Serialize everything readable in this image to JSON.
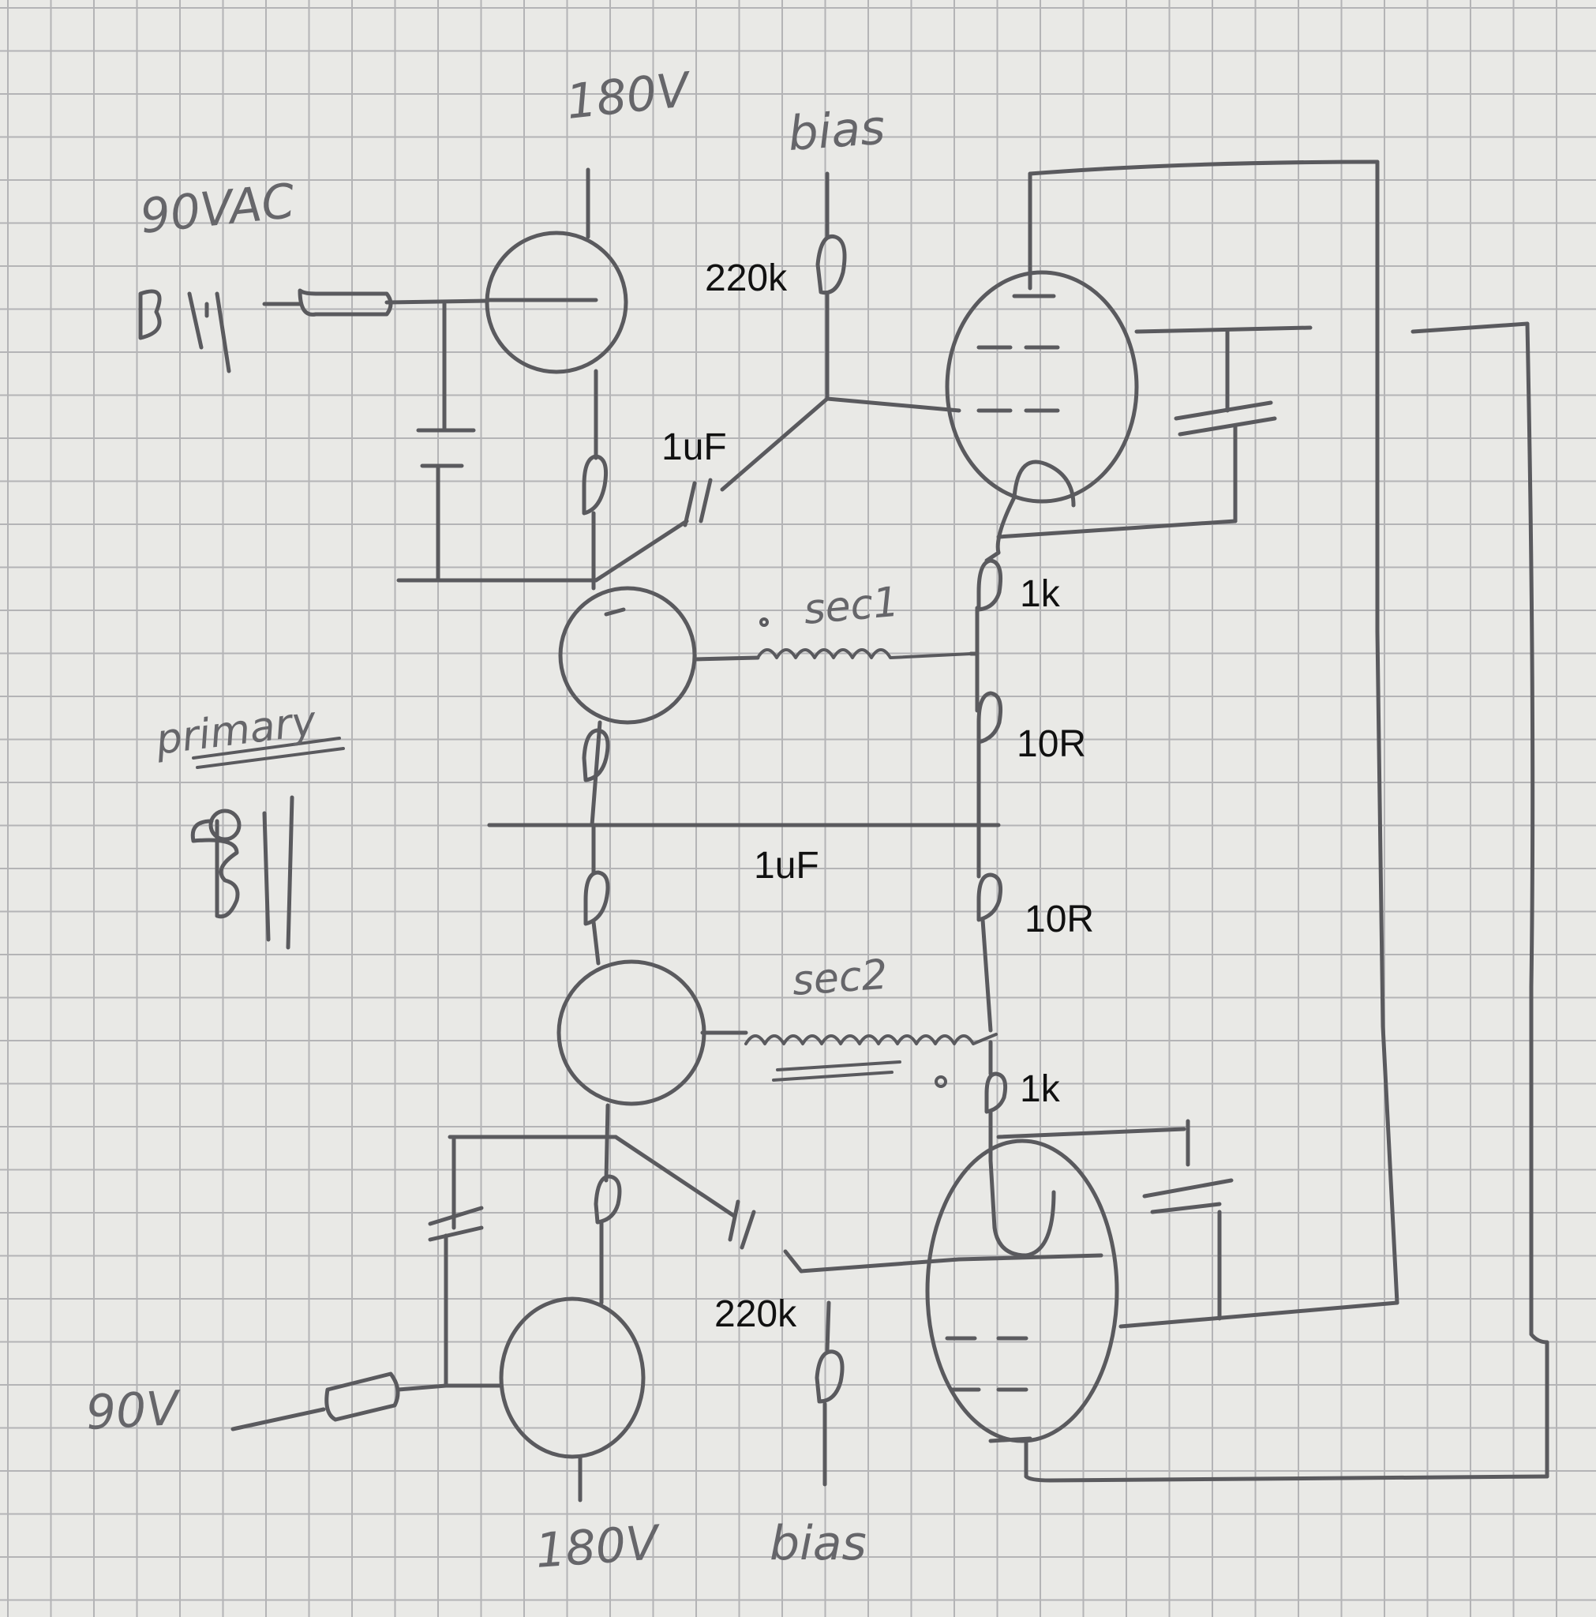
{
  "handwritten": {
    "top_supply": "180V",
    "bottom_supply": "180V",
    "top_bias": "bias",
    "bottom_bias": "bias",
    "top_input": "90VAC",
    "bottom_input": "90V",
    "sec1": "sec1",
    "sec2": "sec2",
    "primary": "primary"
  },
  "typed_labels": {
    "r_top_220k": "220k",
    "c_top_1uF": "1uF",
    "r_upper_1k": "1k",
    "r_upper_10R": "10R",
    "c_mid_1uF": "1uF",
    "r_lower_10R": "10R",
    "r_lower_1k": "1k",
    "r_bottom_220k": "220k"
  },
  "colors": {
    "paper": "#e9e9e6",
    "grid": "#b4b4b6",
    "pencil": "#5a5a5e",
    "typed": "#111111"
  }
}
